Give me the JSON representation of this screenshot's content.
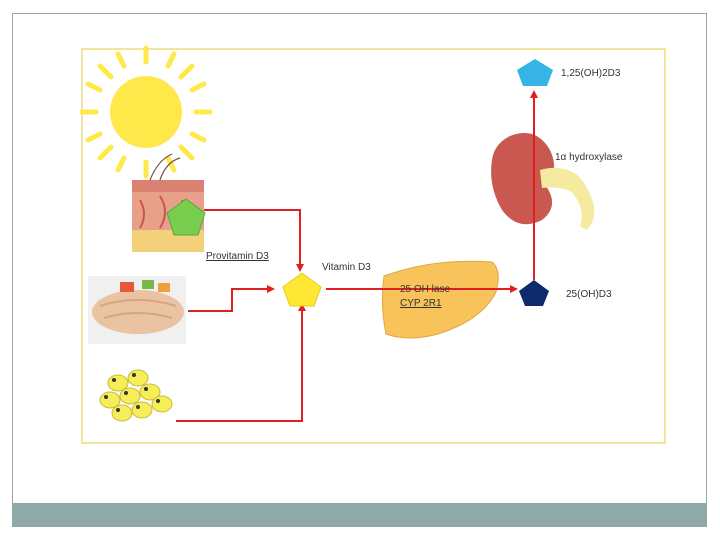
{
  "labels": {
    "provitamin": "Provitamin D3",
    "vitamin": "Vitamin D3",
    "enzyme_line1": "25 OH lase",
    "enzyme_line2": "CYP 2R1",
    "hydroxy": "25(OH)D3",
    "alpha_hydroxylase": "1α hydroxylase",
    "active": "1,25(OH)2D3"
  },
  "colors": {
    "arrow": "#e02020",
    "sun": "#ffe94a",
    "liver": "#f7c35a",
    "kidney": "#c95850",
    "pent_green": "#78cc4e",
    "pent_yellow": "#ffe833",
    "pent_navy": "#0e2a6a",
    "pent_cyan": "#36b4e6",
    "frame_border": "#f2e49a",
    "footer": "#8fa8a8"
  },
  "icons": [
    "sun-icon",
    "skin-icon",
    "fish-food-icon",
    "pills-icon",
    "liver-icon",
    "kidney-icon"
  ]
}
